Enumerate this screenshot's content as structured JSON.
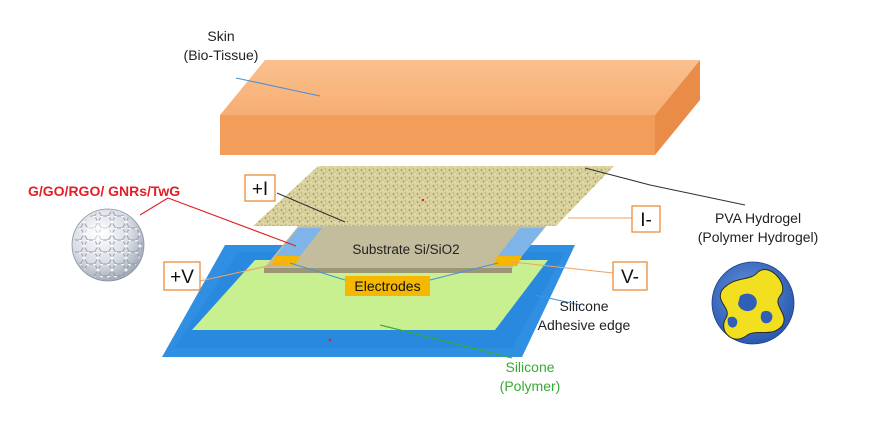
{
  "labels": {
    "skin_line1": "Skin",
    "skin_line2": "(Bio-Tissue)",
    "graphene": "G/GO/RGO/ GNRs/TwG",
    "plus_i": "+I",
    "minus_i": "I-",
    "plus_v": "+V",
    "minus_v": "V-",
    "substrate": "Substrate Si/SiO2",
    "electrodes": "Electrodes",
    "pva_line1": "PVA Hydrogel",
    "pva_line2": "(Polymer Hydrogel)",
    "silicone_edge_line1": "Silicone",
    "silicone_edge_line2": "Adhesive edge",
    "silicone_line1": "Silicone",
    "silicone_line2": "(Polymer)"
  },
  "colors": {
    "skin_top": "#f9b57d",
    "skin_front": "#f39c5a",
    "skin_side": "#e68a45",
    "hydrogel": "#d8d09a",
    "silicone_edge": "#2e8fe0",
    "silicone_fill": "#c9f08e",
    "electrode_pad": "#f5b700",
    "graphene_label": "#e31e24",
    "silicone_label": "#39a935",
    "connector_orange": "#f0a060",
    "connector_blue": "#4a90d9"
  }
}
